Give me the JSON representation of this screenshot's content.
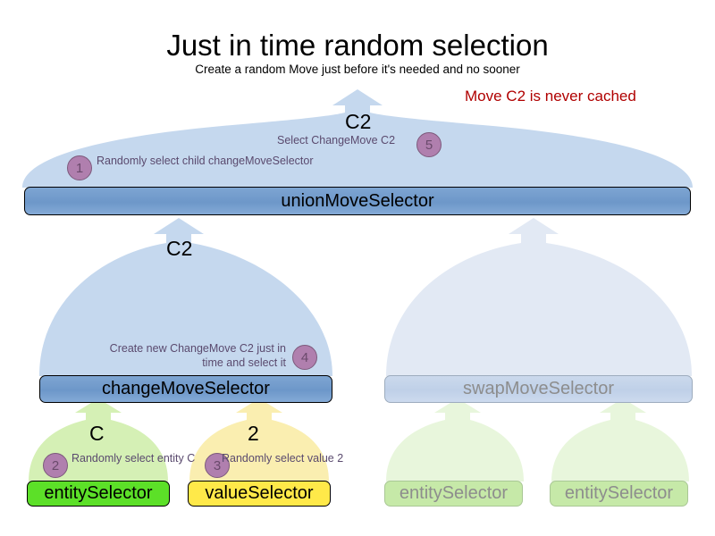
{
  "header": {
    "title": "Just in time random selection",
    "subtitle": "Create a random Move just before it's needed and no sooner",
    "note": "Move C2 is never cached",
    "note_color": "#b00000"
  },
  "labels": {
    "c2_top": "C2",
    "c2_mid": "C2",
    "entity_value": "C",
    "value_value": "2"
  },
  "nodes": {
    "union": "unionMoveSelector",
    "change": "changeMoveSelector",
    "swap": "swapMoveSelector",
    "entity": "entitySelector",
    "value": "valueSelector",
    "entity_right_1": "entitySelector",
    "entity_right_2": "entitySelector"
  },
  "steps": [
    {
      "number": "1",
      "text": "Randomly select child\nchangeMoveSelector"
    },
    {
      "number": "2",
      "text": "Randomly\nselect entity C"
    },
    {
      "number": "3",
      "text": "Randomly\nselect value 2"
    },
    {
      "number": "4",
      "text": "Create new ChangeMove C2\njust in time and select it"
    },
    {
      "number": "5",
      "text": "Select ChangeMove C2"
    }
  ],
  "colors": {
    "fan_active": "#c5d8ee",
    "fan_faded": "#e2e9f4",
    "fan_green": "#d5f0b5",
    "fan_green_faded": "#e8f6dc",
    "fan_yellow": "#faeeb0",
    "box_blue": "#6d97c9",
    "box_blue_faded": "#c3d4ea",
    "box_green": "#5ce028",
    "box_green_faded": "#c6e9a8",
    "box_yellow": "#ffe949",
    "badge": "#b07fae",
    "annotation_text": "#5a4a6e",
    "faded_text": "#8d8d8d"
  }
}
